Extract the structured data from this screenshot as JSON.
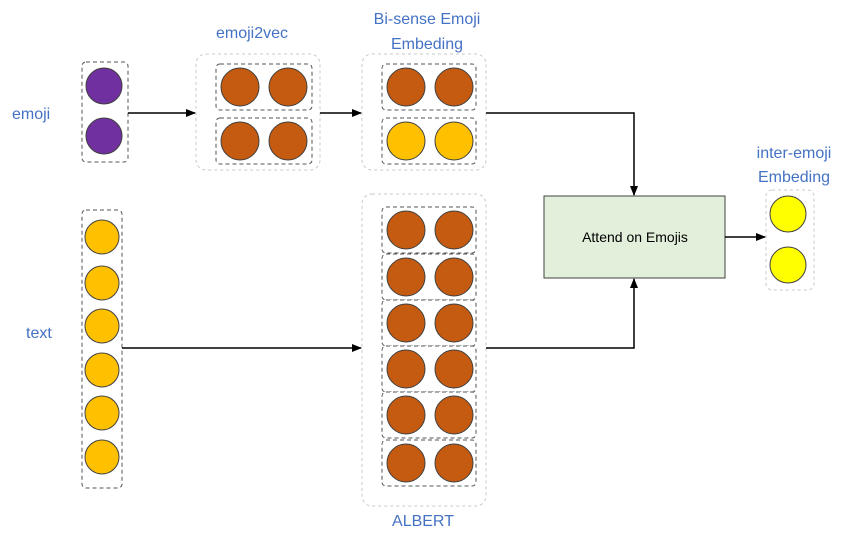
{
  "labels": {
    "emoji": "emoji",
    "text": "text",
    "emoji2vec": "emoji2vec",
    "bisense_line1": "Bi-sense Emoji",
    "bisense_line2": "Embeding",
    "albert": "ALBERT",
    "attend": "Attend on Emojis",
    "inter_line1": "inter-emoji",
    "inter_line2": "Embeding"
  },
  "colors": {
    "emoji_node": "#7030A0",
    "text_node": "#FFC000",
    "embed_node": "#C55A11",
    "bisense_second": "#FFC000",
    "inter_node": "#FFFF00",
    "attend_fill": "#E2EFDA",
    "attend_stroke": "#404040",
    "label": "#4472C4"
  }
}
